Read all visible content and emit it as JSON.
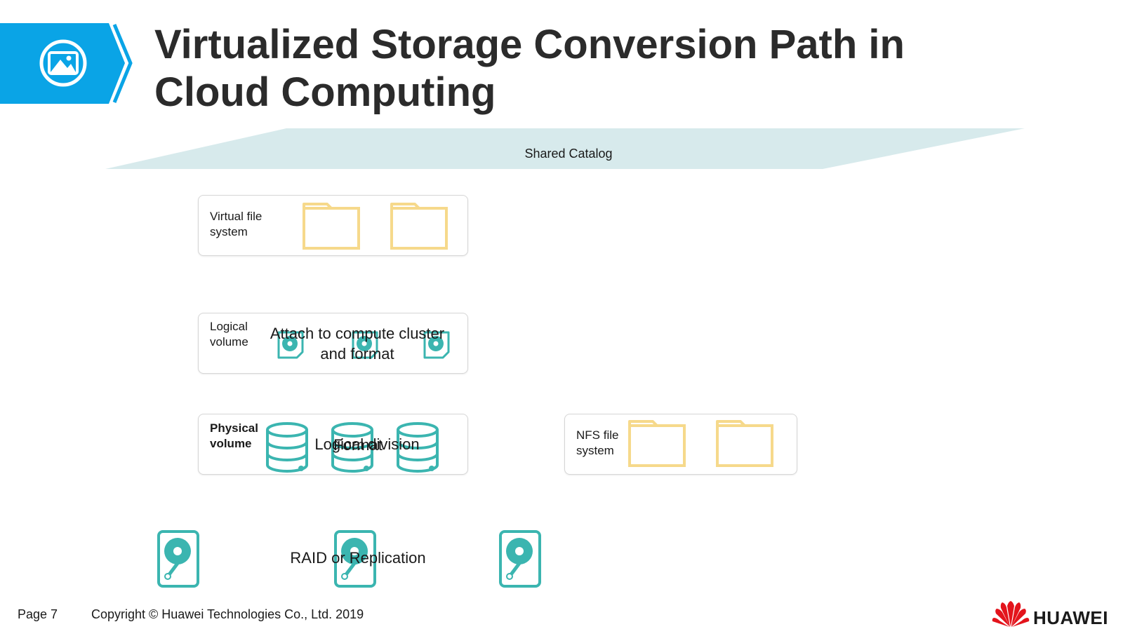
{
  "header": {
    "title_line1": "Virtualized Storage Conversion Path in",
    "title_line2": "Cloud Computing",
    "icon": "image-icon"
  },
  "catalog": {
    "label": "Shared Catalog"
  },
  "layers": {
    "virtual_fs": {
      "label_line1": "Virtual file",
      "label_line2": "system",
      "icon": "folder-icon",
      "icon_count": 2
    },
    "logical_volume": {
      "label_line1": "Logical",
      "label_line2": "volume",
      "icon": "volume-disk-icon",
      "icon_count": 3
    },
    "physical_volume": {
      "label_line1": "Physical",
      "label_line2": "volume",
      "icon": "database-icon",
      "icon_count": 3
    },
    "nfs_fs": {
      "label_line1": "NFS file",
      "label_line2": "system",
      "icon": "folder-icon",
      "icon_count": 2
    }
  },
  "process_labels": {
    "attach_line1": "Attach to compute cluster",
    "attach_line2": "and format",
    "format": "Format",
    "logical_division": "Logical division",
    "raid": "RAID or Replication"
  },
  "physical_disks": {
    "icon": "hard-disk-icon",
    "count": 3
  },
  "footer": {
    "page": "Page 7",
    "copyright": "Copyright © Huawei Technologies Co., Ltd. 2019",
    "brand": "HUAWEI"
  },
  "colors": {
    "accent_blue": "#0aa4e6",
    "band": "#d7eaec",
    "teal": "#3bb5b0",
    "folder": "#f6d98b",
    "brand_red": "#e3141c"
  }
}
